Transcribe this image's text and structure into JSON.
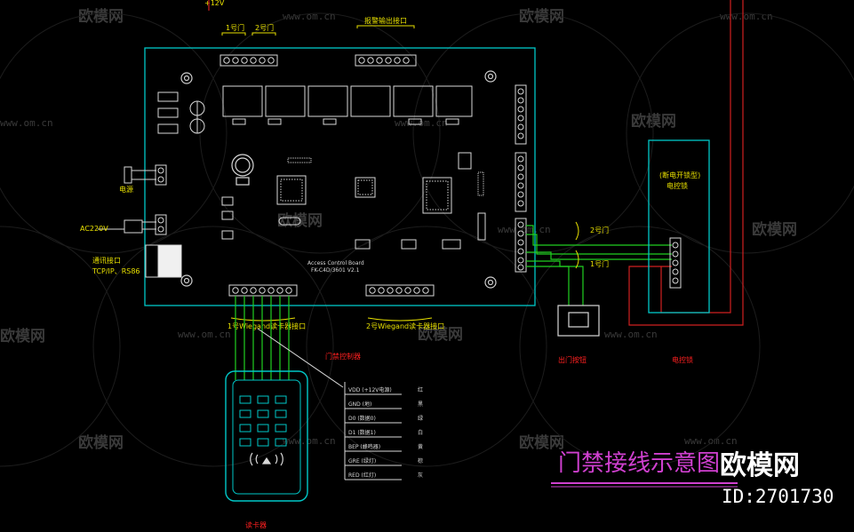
{
  "watermark": {
    "text": "欧模网",
    "url": "www.om.cn"
  },
  "diagram": {
    "title": "门禁接线示意图",
    "top_voltage": "+12V",
    "door1_label_top": "1号门",
    "door2_label_top": "2号门",
    "alarm_output_label": "报警输出接口",
    "power_label": "电源",
    "ac_label": "AC220V",
    "comm_label_line1": "通讯接口",
    "comm_label_line2": "TCP/IP、RS86",
    "board_name_line1": "Access Control Board",
    "board_name_line2": "FK-C4D/3601 V2.1",
    "reader1_port_label": "1号Wiegand读卡器接口",
    "reader2_port_label": "2号Wiegand读卡器接口",
    "controller_label": "门禁控制器",
    "door2_label_right": "2号门",
    "door1_label_right": "1号门",
    "exit_button_label": "出门按钮",
    "lock_title_line1": "(断电开锁型)",
    "lock_title_line2": "电控锁",
    "lock_label": "电控锁",
    "reader_label": "读卡器",
    "wires": [
      {
        "signal": "VDD (+12V电源)",
        "color_name": "红"
      },
      {
        "signal": "GND (地)",
        "color_name": "黑"
      },
      {
        "signal": "D0 (数据0)",
        "color_name": "绿"
      },
      {
        "signal": "D1 (数据1)",
        "color_name": "白"
      },
      {
        "signal": "BEP (蜂鸣器)",
        "color_name": "黄"
      },
      {
        "signal": "GRE (绿灯)",
        "color_name": "棕"
      },
      {
        "signal": "RED (红灯)",
        "color_name": "灰"
      }
    ]
  },
  "branding": {
    "logo_text": "欧模网",
    "id_text": "ID:2701730"
  },
  "colors": {
    "board": "#00c8c8",
    "label_yellow": "#e8e000",
    "label_red": "#ff2020",
    "wire_green": "#20d020",
    "wire_red": "#d02020",
    "title_magenta": "#d040d0"
  }
}
